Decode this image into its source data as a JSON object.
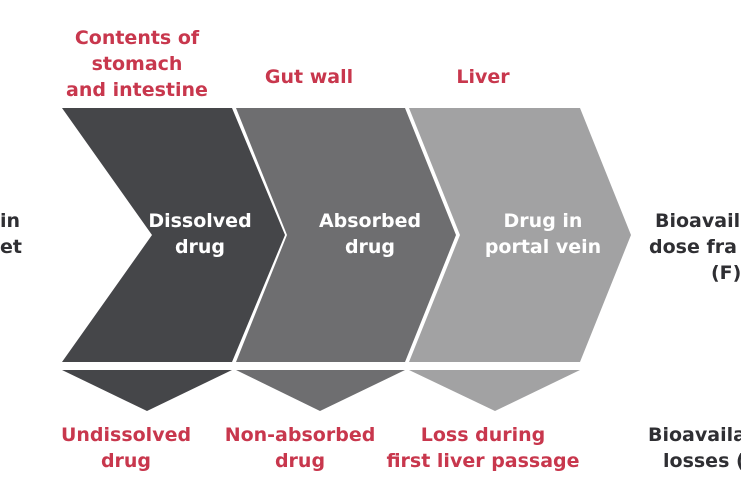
{
  "stages": [
    {
      "top_label": [
        "Contents of",
        "stomach",
        "and intestine"
      ],
      "chevron_label": [
        "Dissolved",
        "drug"
      ],
      "loss_label": [
        "Undissolved",
        "drug"
      ],
      "color": "#454649"
    },
    {
      "top_label": [
        "Gut wall"
      ],
      "chevron_label": [
        "Absorbed",
        "drug"
      ],
      "loss_label": [
        "Non-absorbed",
        "drug"
      ],
      "color": "#6e6e70"
    },
    {
      "top_label": [
        "Liver"
      ],
      "chevron_label": [
        "Drug in",
        "portal vein"
      ],
      "loss_label": [
        "Loss during",
        "first liver passage"
      ],
      "color": "#a2a2a3"
    }
  ],
  "left_label": [
    "in",
    "et"
  ],
  "right_top_label": [
    "Bioavail",
    "dose fra",
    "(F)"
  ],
  "right_bottom_label": [
    "Bioavaila",
    "losses ("
  ],
  "colors": {
    "accent": "#c8374d",
    "text": "#2f2f33"
  }
}
